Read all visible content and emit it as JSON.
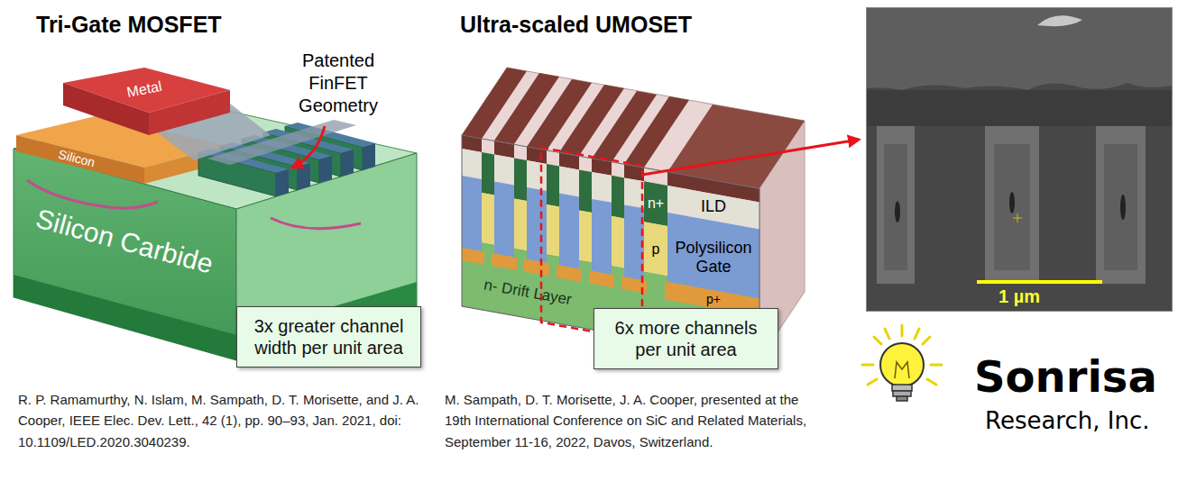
{
  "diagram": {
    "nodes": [
      {
        "text": [
          "3x greater channel width per unit area"
        ]
      },
      {
        "text": [
          "6x more channels per unit area"
        ]
      },
      {
        "text": [
          "1 µm"
        ]
      }
    ],
    "labels": [
      "Tri-Gate MOSFET",
      "Ultra-scaled UMOSET",
      "Patented FinFET Geometry",
      "Metal",
      "Silicon",
      "Silicon Carbide",
      "ILD",
      "n+",
      "p",
      "Polysilicon Gate",
      "p+",
      "n- Drift Layer",
      "R. P. Ramamurthy, N. Islam, M. Sampath, D. T. Morisette, and J. A. Cooper, IEEE Elec. Dev. Lett., 42 (1), pp. 90–93, Jan. 2021, doi: 10.1109/LED.2020.3040239.",
      "M. Sampath, D. T. Morisette, J. A. Cooper, presented at the 19th International Conference on SiC and Related Materials, September 11-16, 2022, Davos, Switzerland.",
      "Sonrisa",
      "Research, Inc."
    ]
  }
}
